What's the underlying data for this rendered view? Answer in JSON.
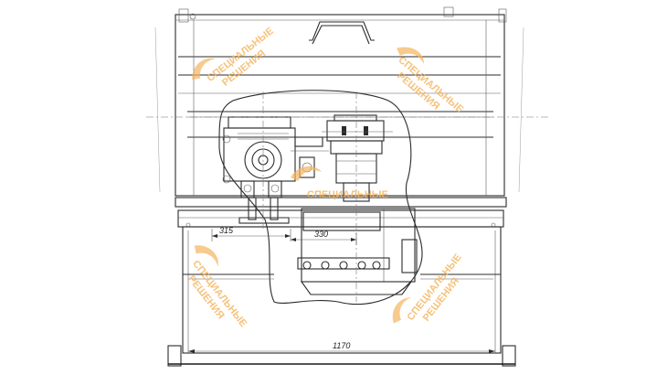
{
  "dimensions": {
    "d315": "315",
    "d330": "330",
    "d1170": "1170"
  },
  "watermark": {
    "line1": "СПЕЦИАЛЬНЫЕ",
    "line2": "РЕШЕНИЯ",
    "color": "#f3b35c"
  },
  "colors": {
    "line": "#2b2b2b",
    "background": "#ffffff"
  }
}
